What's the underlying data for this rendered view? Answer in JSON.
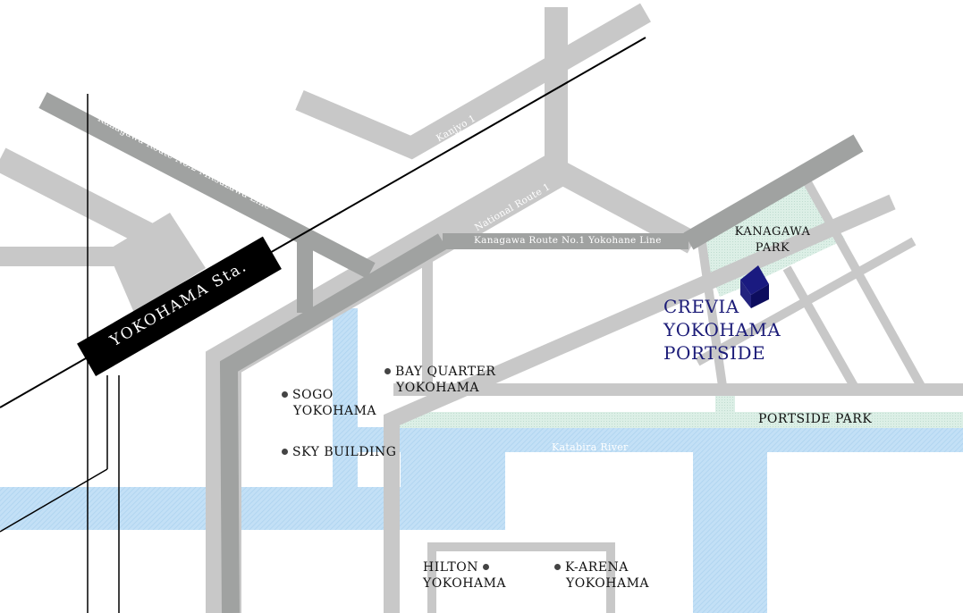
{
  "station": {
    "label": "YOKOHAMA Sta."
  },
  "roads": {
    "mitsuzawa": "Kanagawa Route No.2 Mitsuzawa Line",
    "kanjyo": "Kanjyo 1",
    "national_route": "National Route 1",
    "yokohane": "Kanagawa Route No.1 Yokohane Line"
  },
  "river": "Katabira River",
  "landmarks": {
    "kanagawa_park": [
      "KANAGAWA",
      "PARK"
    ],
    "portside_park": "PORTSIDE PARK",
    "sogo": [
      "SOGO",
      "YOKOHAMA"
    ],
    "bay_quarter": [
      "BAY QUARTER",
      "YOKOHAMA"
    ],
    "sky_building": "SKY BUILDING",
    "hilton": [
      "HILTON",
      "YOKOHAMA"
    ],
    "k_arena": [
      "K-ARENA",
      "YOKOHAMA"
    ]
  },
  "property": {
    "lines": [
      "CREVIA",
      "YOKOHAMA",
      "PORTSIDE"
    ]
  },
  "colors": {
    "road_light": "#c8c8c8",
    "road_dark": "#a0a2a1",
    "water": "#bddcf3",
    "park": "#d7ede3",
    "property": "#1c1c78"
  }
}
